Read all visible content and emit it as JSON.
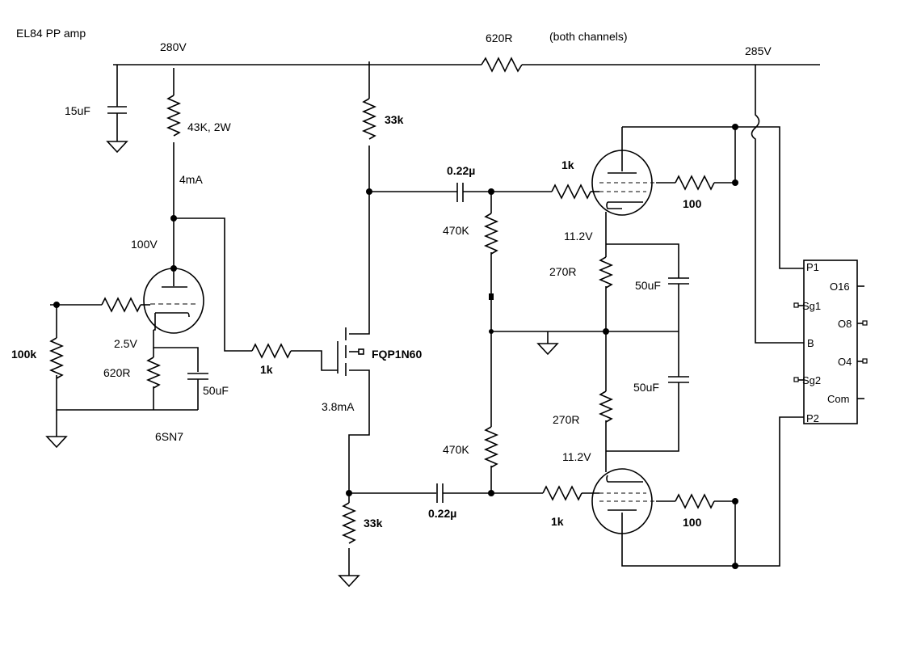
{
  "title": "EL84 PP amp",
  "labels": {
    "v280": "280V",
    "r620_supply": "620R",
    "both_channels": "(both channels)",
    "v285": "285V",
    "c15uf": "15uF",
    "r43k": "43K, 2W",
    "i4ma": "4mA",
    "v100": "100V",
    "r100k": "100k",
    "v2_5": "2.5V",
    "r620_cathode": "620R",
    "c50uf_left": "50uF",
    "tube_6sn7": "6SN7",
    "r1k_gate": "1k",
    "r33k_top": "33k",
    "mosfet": "FQP1N60",
    "i3_8ma": "3.8mA",
    "r33k_bottom": "33k",
    "c022_top": "0.22µ",
    "c022_bottom": "0.22µ",
    "r470k_top": "470K",
    "r470k_bottom": "470K",
    "r1k_top": "1k",
    "r1k_bottom": "1k",
    "r100_top": "100",
    "r100_bottom": "100",
    "v11_2_top": "11.2V",
    "v11_2_bottom": "11.2V",
    "r270_top": "270R",
    "r270_bottom": "270R",
    "c50uf_top": "50uF",
    "c50uf_bottom": "50uF"
  },
  "transformer": {
    "p1": "P1",
    "sg1": "Sg1",
    "b": "B",
    "sg2": "Sg2",
    "p2": "P2",
    "o16": "O16",
    "o8": "O8",
    "o4": "O4",
    "com": "Com"
  }
}
